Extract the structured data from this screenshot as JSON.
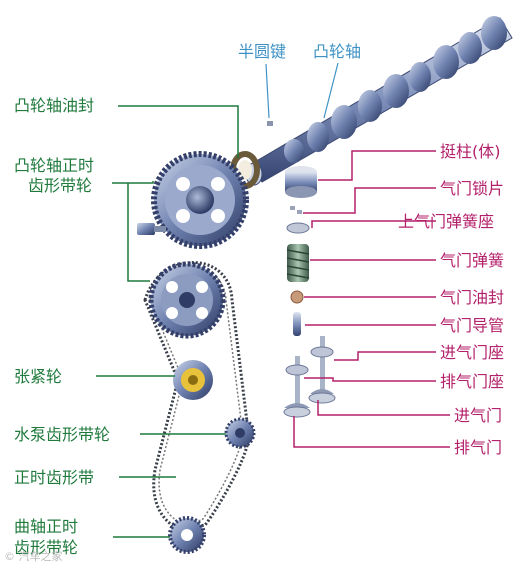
{
  "labels": {
    "half_round_key": "半圆键",
    "camshaft": "凸轮轴",
    "camshaft_oil_seal": "凸轮轴油封",
    "cam_timing_pulley_line1": "凸轮轴正时",
    "cam_timing_pulley_line2": "齿形带轮",
    "tensioner": "张紧轮",
    "water_pump_pulley": "水泵齿形带轮",
    "timing_belt": "正时齿形带",
    "crank_timing_pulley_line1": "曲轴正时",
    "crank_timing_pulley_line2": "齿形带轮",
    "tappet": "挺柱(体)",
    "valve_keeper": "气门锁片",
    "upper_spring_seat": "上气门弹簧座",
    "valve_spring": "气门弹簧",
    "valve_oil_seal": "气门油封",
    "valve_guide": "气门导管",
    "intake_valve_seat": "进气门座",
    "exhaust_valve_seat": "排气门座",
    "intake_valve": "进气门",
    "exhaust_valve": "排气门"
  },
  "watermark": "© 汽车之家",
  "colors": {
    "left_labels": "#1f7a3c",
    "right_labels": "#b3216a",
    "top_labels": "#3f93c4",
    "metal": "#5b6d9a"
  }
}
